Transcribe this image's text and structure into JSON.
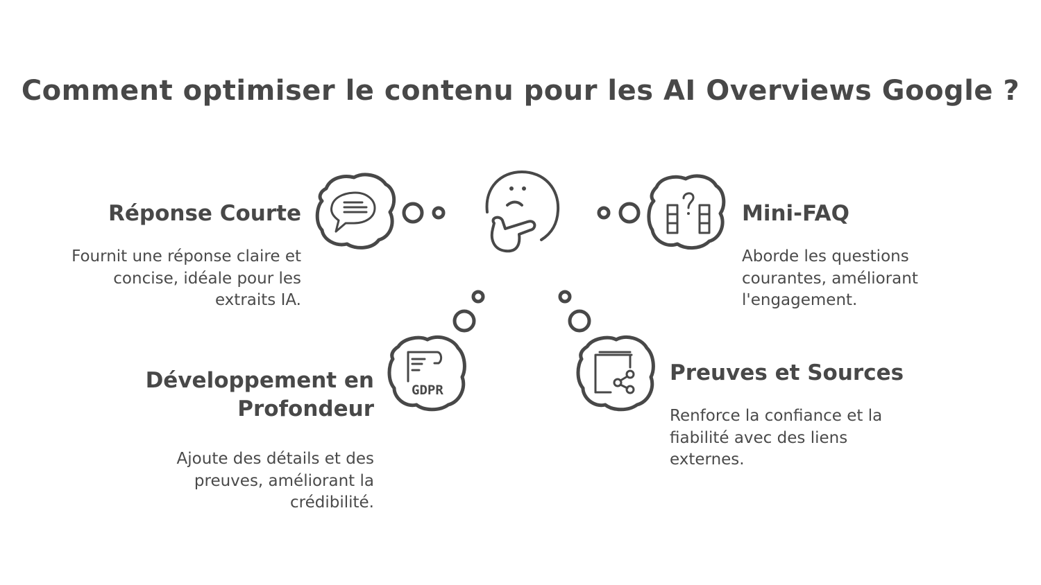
{
  "title": "Comment optimiser le contenu pour les AI Overviews Google ?",
  "colors": {
    "ink": "#484848",
    "background": "#ffffff"
  },
  "center": {
    "icon": "thinking-face-icon"
  },
  "items": [
    {
      "heading": "Réponse Courte",
      "description_lines": [
        "Fournit une réponse claire et",
        "concise, idéale pour les",
        "extraits IA."
      ],
      "icon": "speech-bubble-icon",
      "position": "top-left"
    },
    {
      "heading": "Mini-FAQ",
      "description_lines": [
        "Aborde les questions",
        "courantes, améliorant",
        "l'engagement."
      ],
      "icon": "faq-question-icon",
      "position": "top-right"
    },
    {
      "heading_lines": [
        "Développement en",
        "Profondeur"
      ],
      "description_lines": [
        "Ajoute des détails et des",
        "preuves, améliorant la",
        "crédibilité."
      ],
      "icon": "gdpr-document-icon",
      "icon_label": "GDPR",
      "position": "bottom-left"
    },
    {
      "heading": "Preuves et Sources",
      "description_lines": [
        "Renforce la confiance et la",
        "fiabilité avec des liens",
        "externes."
      ],
      "icon": "book-share-icon",
      "position": "bottom-right"
    }
  ]
}
